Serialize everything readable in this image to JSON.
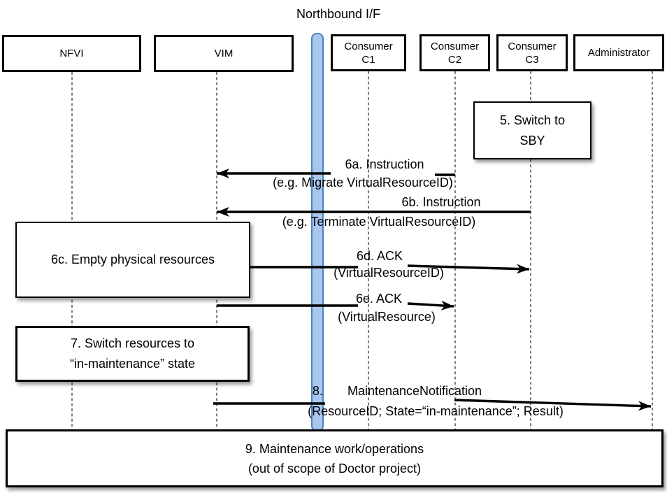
{
  "title": "Northbound I/F",
  "actors": [
    {
      "id": "nfvi",
      "label": "NFVI"
    },
    {
      "id": "vim",
      "label": "VIM"
    },
    {
      "id": "consumer-c1",
      "label": "Consumer\nC1"
    },
    {
      "id": "consumer-c2",
      "label": "Consumer\nC2"
    },
    {
      "id": "consumer-c3",
      "label": "Consumer\nC3"
    },
    {
      "id": "administrator",
      "label": "Administrator"
    }
  ],
  "steps": {
    "s5": {
      "line1": "5. Switch to",
      "line2": "SBY"
    },
    "s6c": {
      "line1": "6c. Empty physical resources"
    },
    "s7": {
      "line1": "7. Switch resources to",
      "line2": "“in-maintenance” state"
    },
    "s9": {
      "line1": "9. Maintenance work/operations",
      "line2": "(out of scope of Doctor project)"
    }
  },
  "messages": {
    "m6a": {
      "line1": "6a. Instruction",
      "line2": "(e.g. Migrate VirtualResourceID)"
    },
    "m6b": {
      "line1": "6b. Instruction",
      "line2": "(e.g. Terminate VirtualResourceID)"
    },
    "m6d": {
      "line1": "6d. ACK",
      "line2": "(VirtualResourceID)"
    },
    "m6e": {
      "line1": "6e. ACK",
      "line2": "(VirtualResource)"
    },
    "m8": {
      "line1": "8.       MaintenanceNotification",
      "line2": "(ResourceID; State=“in-maintenance”; Result)"
    }
  },
  "colors": {
    "canvas-bg": "#ffffff",
    "box-bg": "#ffffff",
    "box-border": "#000000",
    "arrow": "#000000",
    "lifeline": "#454545",
    "text": "#000000",
    "bar-fill": "#a9c6ef",
    "bar-border": "#4f81bd"
  }
}
